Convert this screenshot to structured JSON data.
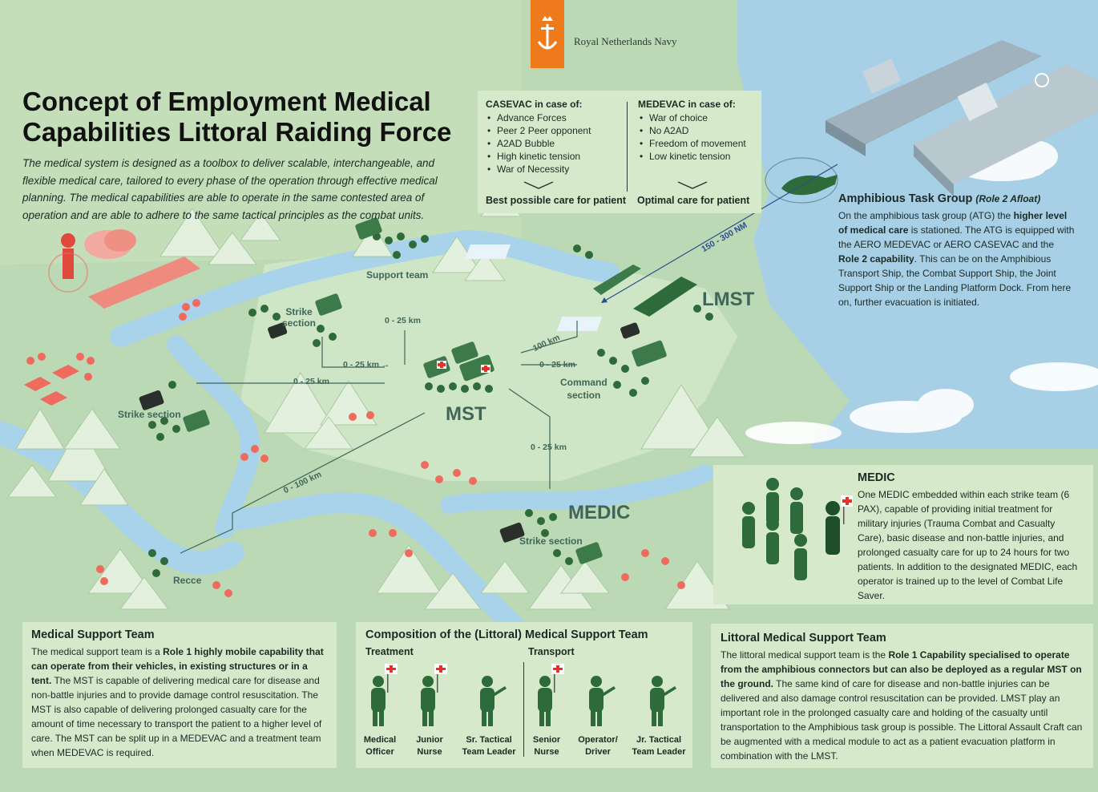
{
  "brand": {
    "org": "Royal Netherlands Navy",
    "accent": "#ef7a1b"
  },
  "title": "Concept of Employment Medical Capabilities Littoral Raiding Force",
  "intro": "The medical system is designed as a toolbox to deliver scalable, interchangeable, and flexible medical care, tailored to every phase of the operation through effective medical planning. The medical capabilities are able to operate in the same contested area of operation and are able to adhere to the same tactical principles as the combat units.",
  "casevac": {
    "heading": "CASEVAC in case of:",
    "items": [
      "Advance Forces",
      "Peer 2 Peer opponent",
      "A2AD Bubble",
      "High kinetic tension",
      "War of Necessity"
    ],
    "result": "Best possible care for patient"
  },
  "medevac": {
    "heading": "MEDEVAC in case of:",
    "items": [
      "War of choice",
      "No A2AD",
      "Freedom of movement",
      "Low kinetic tension"
    ],
    "result": "Optimal care for patient"
  },
  "map": {
    "labels": {
      "support_team": "Support team",
      "strike_top": "Strike\nsection",
      "strike_left": "Strike section",
      "strike_bottom": "Strike section",
      "command": "Command\nsection",
      "recce": "Recce",
      "mst": "MST",
      "medic": "MEDIC",
      "lmst": "LMST"
    },
    "distances": {
      "d1": "0 - 25 km",
      "d2": "0 - 25 km →",
      "d3": "0 - 25 km",
      "d4": "100 km",
      "d5": "0 - 25 km",
      "d6": "0 - 25 km",
      "d7": "0 - 100 km",
      "d8": "150 - 300 NM"
    }
  },
  "atg": {
    "heading": "Amphibious Task Group",
    "heading_sub": "(Role 2 Afloat)",
    "body": [
      {
        "t": "On the amphibious task group (ATG) the "
      },
      {
        "t": "higher level of medical care",
        "b": true
      },
      {
        "t": " is stationed. The ATG is equipped with the AERO MEDEVAC or AERO CASEVAC and the "
      },
      {
        "t": "Role 2 capability",
        "b": true
      },
      {
        "t": ". This can be on the Amphibious Transport Ship, the Combat Support Ship, the Joint Support Ship or the Landing Platform Dock. From here on, further evacuation is initiated."
      }
    ]
  },
  "medic": {
    "heading": "MEDIC",
    "body": "One MEDIC embedded within each strike team (6 PAX), capable of providing initial treatment for military injuries (Trauma Combat and Casualty Care), basic disease and non-battle injuries, and prolonged casualty care for up to 24 hours for two patients. In addition to the designated MEDIC, each operator is trained up to the level of Combat Life Saver."
  },
  "mst": {
    "heading": "Medical Support Team",
    "body": [
      {
        "t": "The medical support team is a "
      },
      {
        "t": "Role 1 highly mobile capability that can operate from their vehicles, in existing structures or in a tent.",
        "b": true
      },
      {
        "t": " The MST is capable of delivering medical care for disease and non-battle injuries and to provide damage control resuscitation. The MST is also capable of delivering prolonged casualty care for the amount of time necessary to transport the patient to a higher level of care. The MST can be split up in a MEDEVAC and a treatment team when MEDEVAC is required."
      }
    ]
  },
  "composition": {
    "heading": "Composition of the (Littoral) Medical Support Team",
    "treatment": "Treatment",
    "transport": "Transport",
    "roles": [
      {
        "label": "Medical\nOfficer",
        "medic": true
      },
      {
        "label": "Junior\nNurse",
        "medic": true
      },
      {
        "label": "Sr. Tactical\nTeam Leader",
        "medic": false
      },
      {
        "label": "Senior\nNurse",
        "medic": true
      },
      {
        "label": "Operator/\nDriver",
        "medic": false
      },
      {
        "label": "Jr. Tactical\nTeam Leader",
        "medic": false
      }
    ]
  },
  "lmst": {
    "heading": "Littoral Medical Support Team",
    "body": [
      {
        "t": "The littoral medical support team is the "
      },
      {
        "t": "Role 1 Capability specialised to operate from the amphibious connectors but can also be deployed as a regular MST on the ground.",
        "b": true
      },
      {
        "t": " The same kind of care for disease and non-battle injuries can be delivered and also damage control resuscitation can be provided. LMST play an important role in the prolonged casualty care and holding of the casualty until transportation to the Amphibious task group is possible. The Littoral Assault Craft can be augmented with a medical module to act as a patient evacuation platform in combination with the LMST."
      }
    ]
  },
  "colors": {
    "land": "#bcd9b5",
    "sea": "#a7cfe6",
    "river": "#a9d3ea",
    "panel": "#d6eacb",
    "soldier": "#2e6b3a",
    "enemy": "#ee6b5e",
    "label": "#3f6658"
  }
}
